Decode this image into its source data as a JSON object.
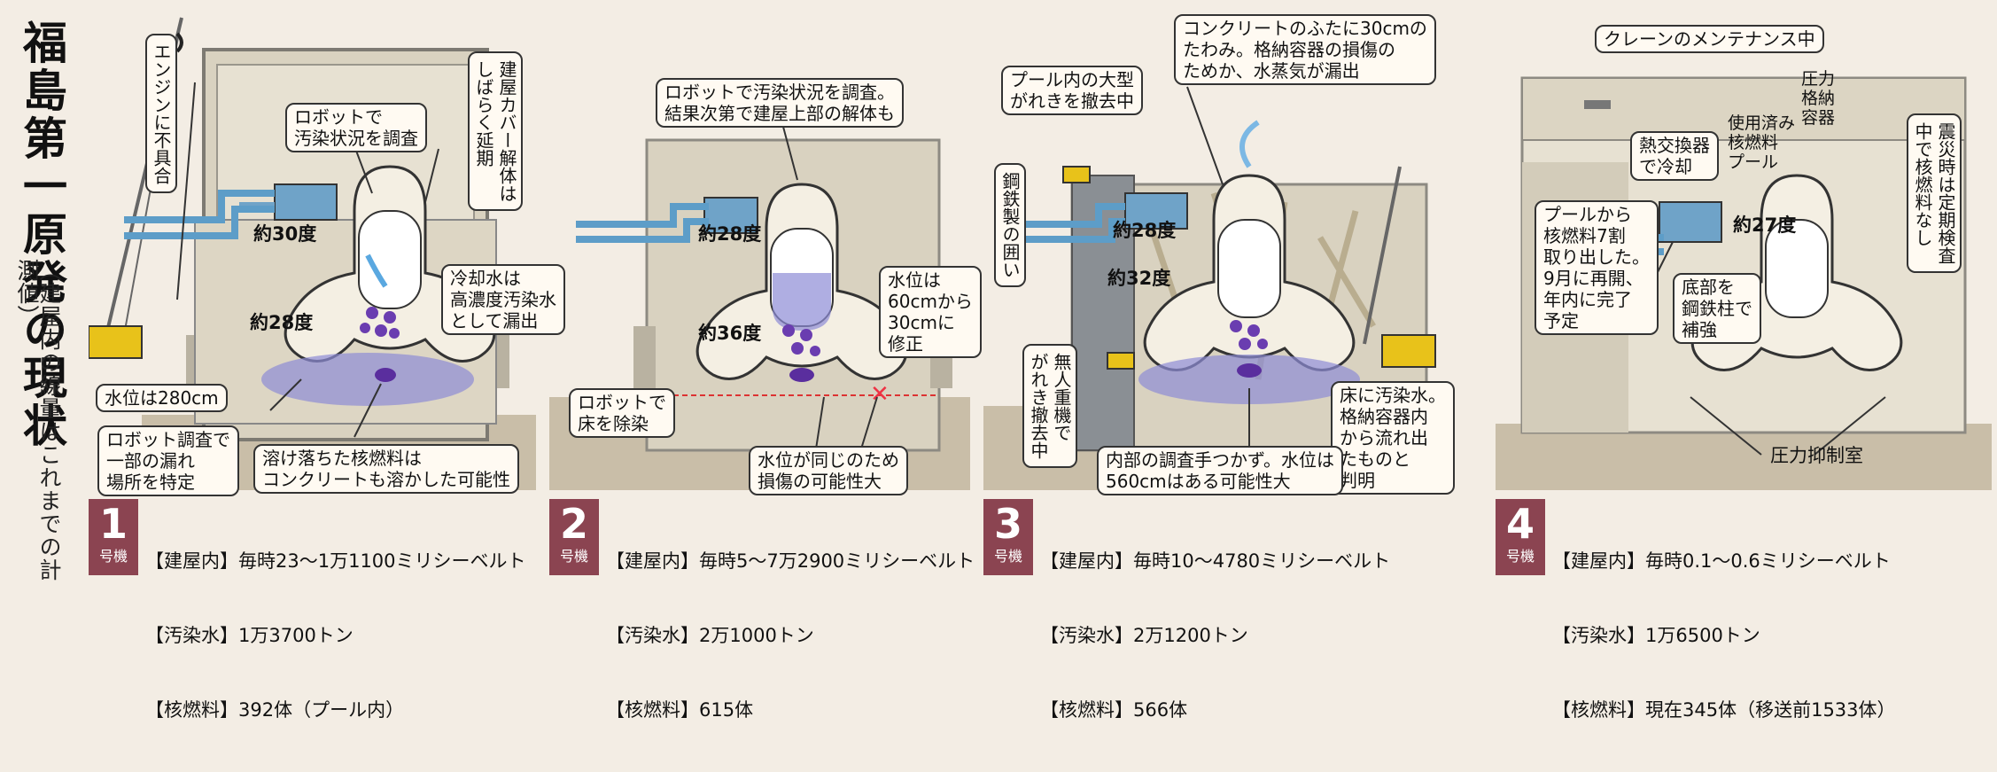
{
  "title": "福島第一原発の現状",
  "subtitle": "（建屋内の線量はこれまでの計測値）",
  "gouki_label": "号機",
  "units": [
    {
      "number": "1",
      "labels": {
        "engine": "エンジンに不具合",
        "cover": "建屋カバー解体は\nしばらく延期",
        "robot": "ロボットで\n汚染状況を調査",
        "pool_temp": "約30度",
        "coolant": "冷却水は\n高濃度汚染水\nとして漏出",
        "core_temp": "約28度",
        "water_level": "水位は280cm",
        "leak": "ロボット調査で\n一部の漏れ\n場所を特定",
        "melt": "溶け落ちた核燃料は\nコンクリートも溶かした可能性"
      },
      "rows": [
        "【建屋内】毎時23〜1万1100ミリシーベルト",
        "【汚染水】1万3700トン",
        "【核燃料】392体（プール内）"
      ]
    },
    {
      "number": "2",
      "labels": {
        "robot": "ロボットで汚染状況を調査。\n結果次第で建屋上部の解体も",
        "pool_temp": "約28度",
        "core_temp": "約36度",
        "water_level": "水位は\n60cmから\n30cmに\n修正",
        "decon": "ロボットで\n床を除染",
        "damage": "水位が同じのため\n損傷の可能性大"
      },
      "rows": [
        "【建屋内】毎時5〜7万2900ミリシーベルト",
        "【汚染水】2万1000トン",
        "【核燃料】615体"
      ]
    },
    {
      "number": "3",
      "labels": {
        "lid": "コンクリートのふたに30cmの\nたわみ。格納容器の損傷の\nためか、水蒸気が漏出",
        "debris": "プール内の大型\nがれきを撤去中",
        "steel": "鋼鉄製の囲い",
        "pool_temp": "約28度",
        "core_temp": "約32度",
        "machine": "無人重機で\nがれき撤去中",
        "floor": "床に汚染水。\n格納容器内\nから流れ出\nたものと\n判明",
        "inside": "内部の調査手つかず。水位は\n560cmはある可能性大"
      },
      "rows": [
        "【建屋内】毎時10〜4780ミリシーベルト",
        "【汚染水】2万1200トン",
        "【核燃料】566体"
      ]
    },
    {
      "number": "4",
      "labels": {
        "crane": "クレーンのメンテナンス中",
        "exchanger": "熱交換器\nで冷却",
        "spent_pool": "使用済み\n核燃料\nプール",
        "pressure": "圧力\n格納\n容器",
        "quake": "震災時は定期検査\n中で核燃料なし",
        "pool_temp": "約27度",
        "removed": "プールから\n核燃料7割\n取り出した。\n9月に再開、\n年内に完了\n予定",
        "base": "底部を\n鋼鉄柱で\n補強",
        "suppression": "圧力抑制室"
      },
      "rows": [
        "【建屋内】毎時0.1〜0.6ミリシーベルト",
        "【汚染水】1万6500トン",
        "【核燃料】現在345体（移送前1533体）"
      ]
    }
  ]
}
